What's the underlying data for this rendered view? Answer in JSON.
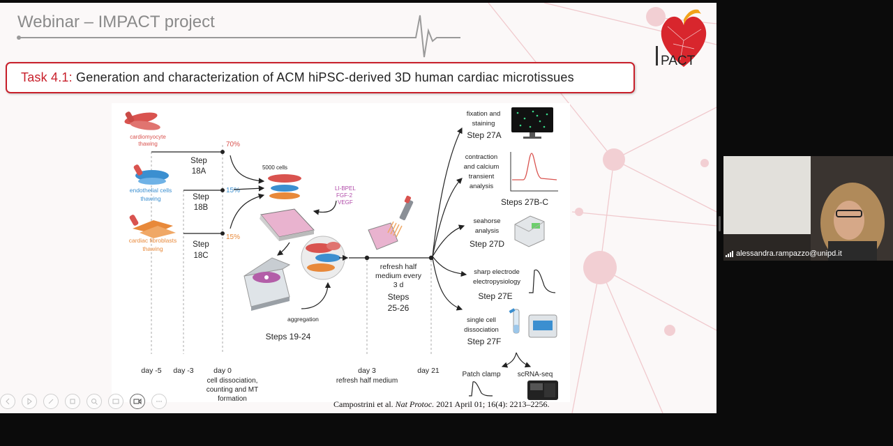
{
  "slide": {
    "header_title": "Webinar – IMPACT project",
    "task_label": "Task 4.1:",
    "task_title": " Generation and characterization of ACM hiPSC-derived 3D human cardiac microtissues",
    "logo_text": "PACT",
    "citation_authors": "Campostrini et al.",
    "citation_journal": "Nat Protoc.",
    "citation_details": " 2021 April 01; 16(4): 2213–2256."
  },
  "figure": {
    "cell_types": [
      "cardiomyocyte thawing",
      "endothelial cells thawing",
      "cardiac fibroblasts thawing"
    ],
    "steps_left": [
      "Step 18A",
      "Step 18B",
      "Step 18C"
    ],
    "percentages": [
      "70%",
      "15%",
      "15%"
    ],
    "cells_label": "5000 cells",
    "factors": [
      "LI-BPEL",
      "FGF-2",
      "VEGF"
    ],
    "aggregation_label": "aggregation",
    "steps_19_24": "Steps 19-24",
    "refresh_label": "refresh half medium every 3 d",
    "steps_25_26": "Steps 25-26",
    "assays": [
      {
        "label": "fixation and staining",
        "step": "Step 27A"
      },
      {
        "label": "contraction and calcium transient analysis",
        "step": "Steps 27B-C"
      },
      {
        "label": "seahorse analysis",
        "step": "Step 27D"
      },
      {
        "label": "sharp electrode electropysiology",
        "step": "Step 27E"
      },
      {
        "label": "single cell dissociation",
        "step": "Step 27F"
      }
    ],
    "outputs": [
      "Patch clamp",
      "scRNA-seq"
    ],
    "days": [
      "day -5",
      "day -3",
      "day 0",
      "day 3",
      "day 21"
    ],
    "day0_caption": "cell dissociation, counting and MT formation",
    "day3_caption": "refresh half medium"
  },
  "participant": {
    "name": "alessandra.rampazzo@unipd.it"
  },
  "colors": {
    "accent_red": "#c81f2a",
    "cardiomyocyte": "#d9534f",
    "endothelial": "#3b8fd0",
    "fibroblast": "#e8893a",
    "factor_purple": "#b04aa8"
  },
  "toolbar": {
    "icons": [
      "prev-icon",
      "play-icon",
      "pen-icon",
      "slides-icon",
      "zoom-icon",
      "subtitles-icon",
      "video-icon",
      "more-icon"
    ]
  }
}
